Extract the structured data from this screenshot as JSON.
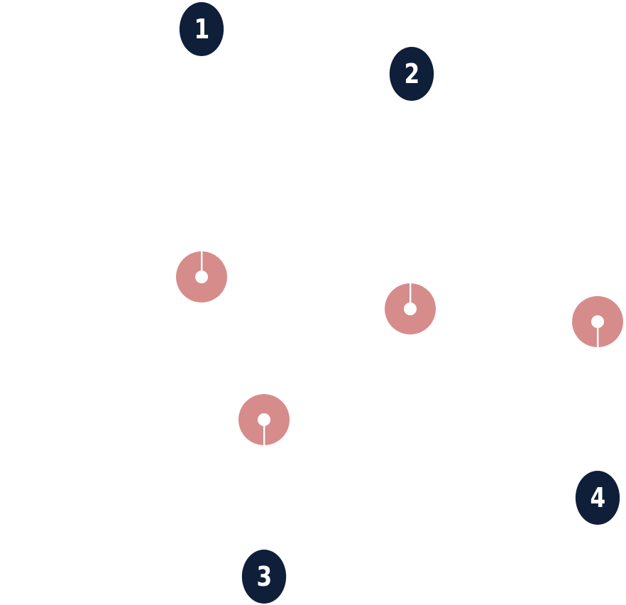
{
  "colors": {
    "badge": "#0f1f3a",
    "badge_text": "#ffffff",
    "marker": "#d68c8b",
    "background": "#ffffff"
  },
  "badges": [
    {
      "label": "1"
    },
    {
      "label": "2"
    },
    {
      "label": "3"
    },
    {
      "label": "4"
    }
  ],
  "markers": [
    {
      "icon": "donut-marker-icon",
      "slit": "top"
    },
    {
      "icon": "donut-marker-icon",
      "slit": "top"
    },
    {
      "icon": "donut-marker-icon",
      "slit": "bottom"
    },
    {
      "icon": "donut-marker-icon",
      "slit": "bottom"
    }
  ]
}
